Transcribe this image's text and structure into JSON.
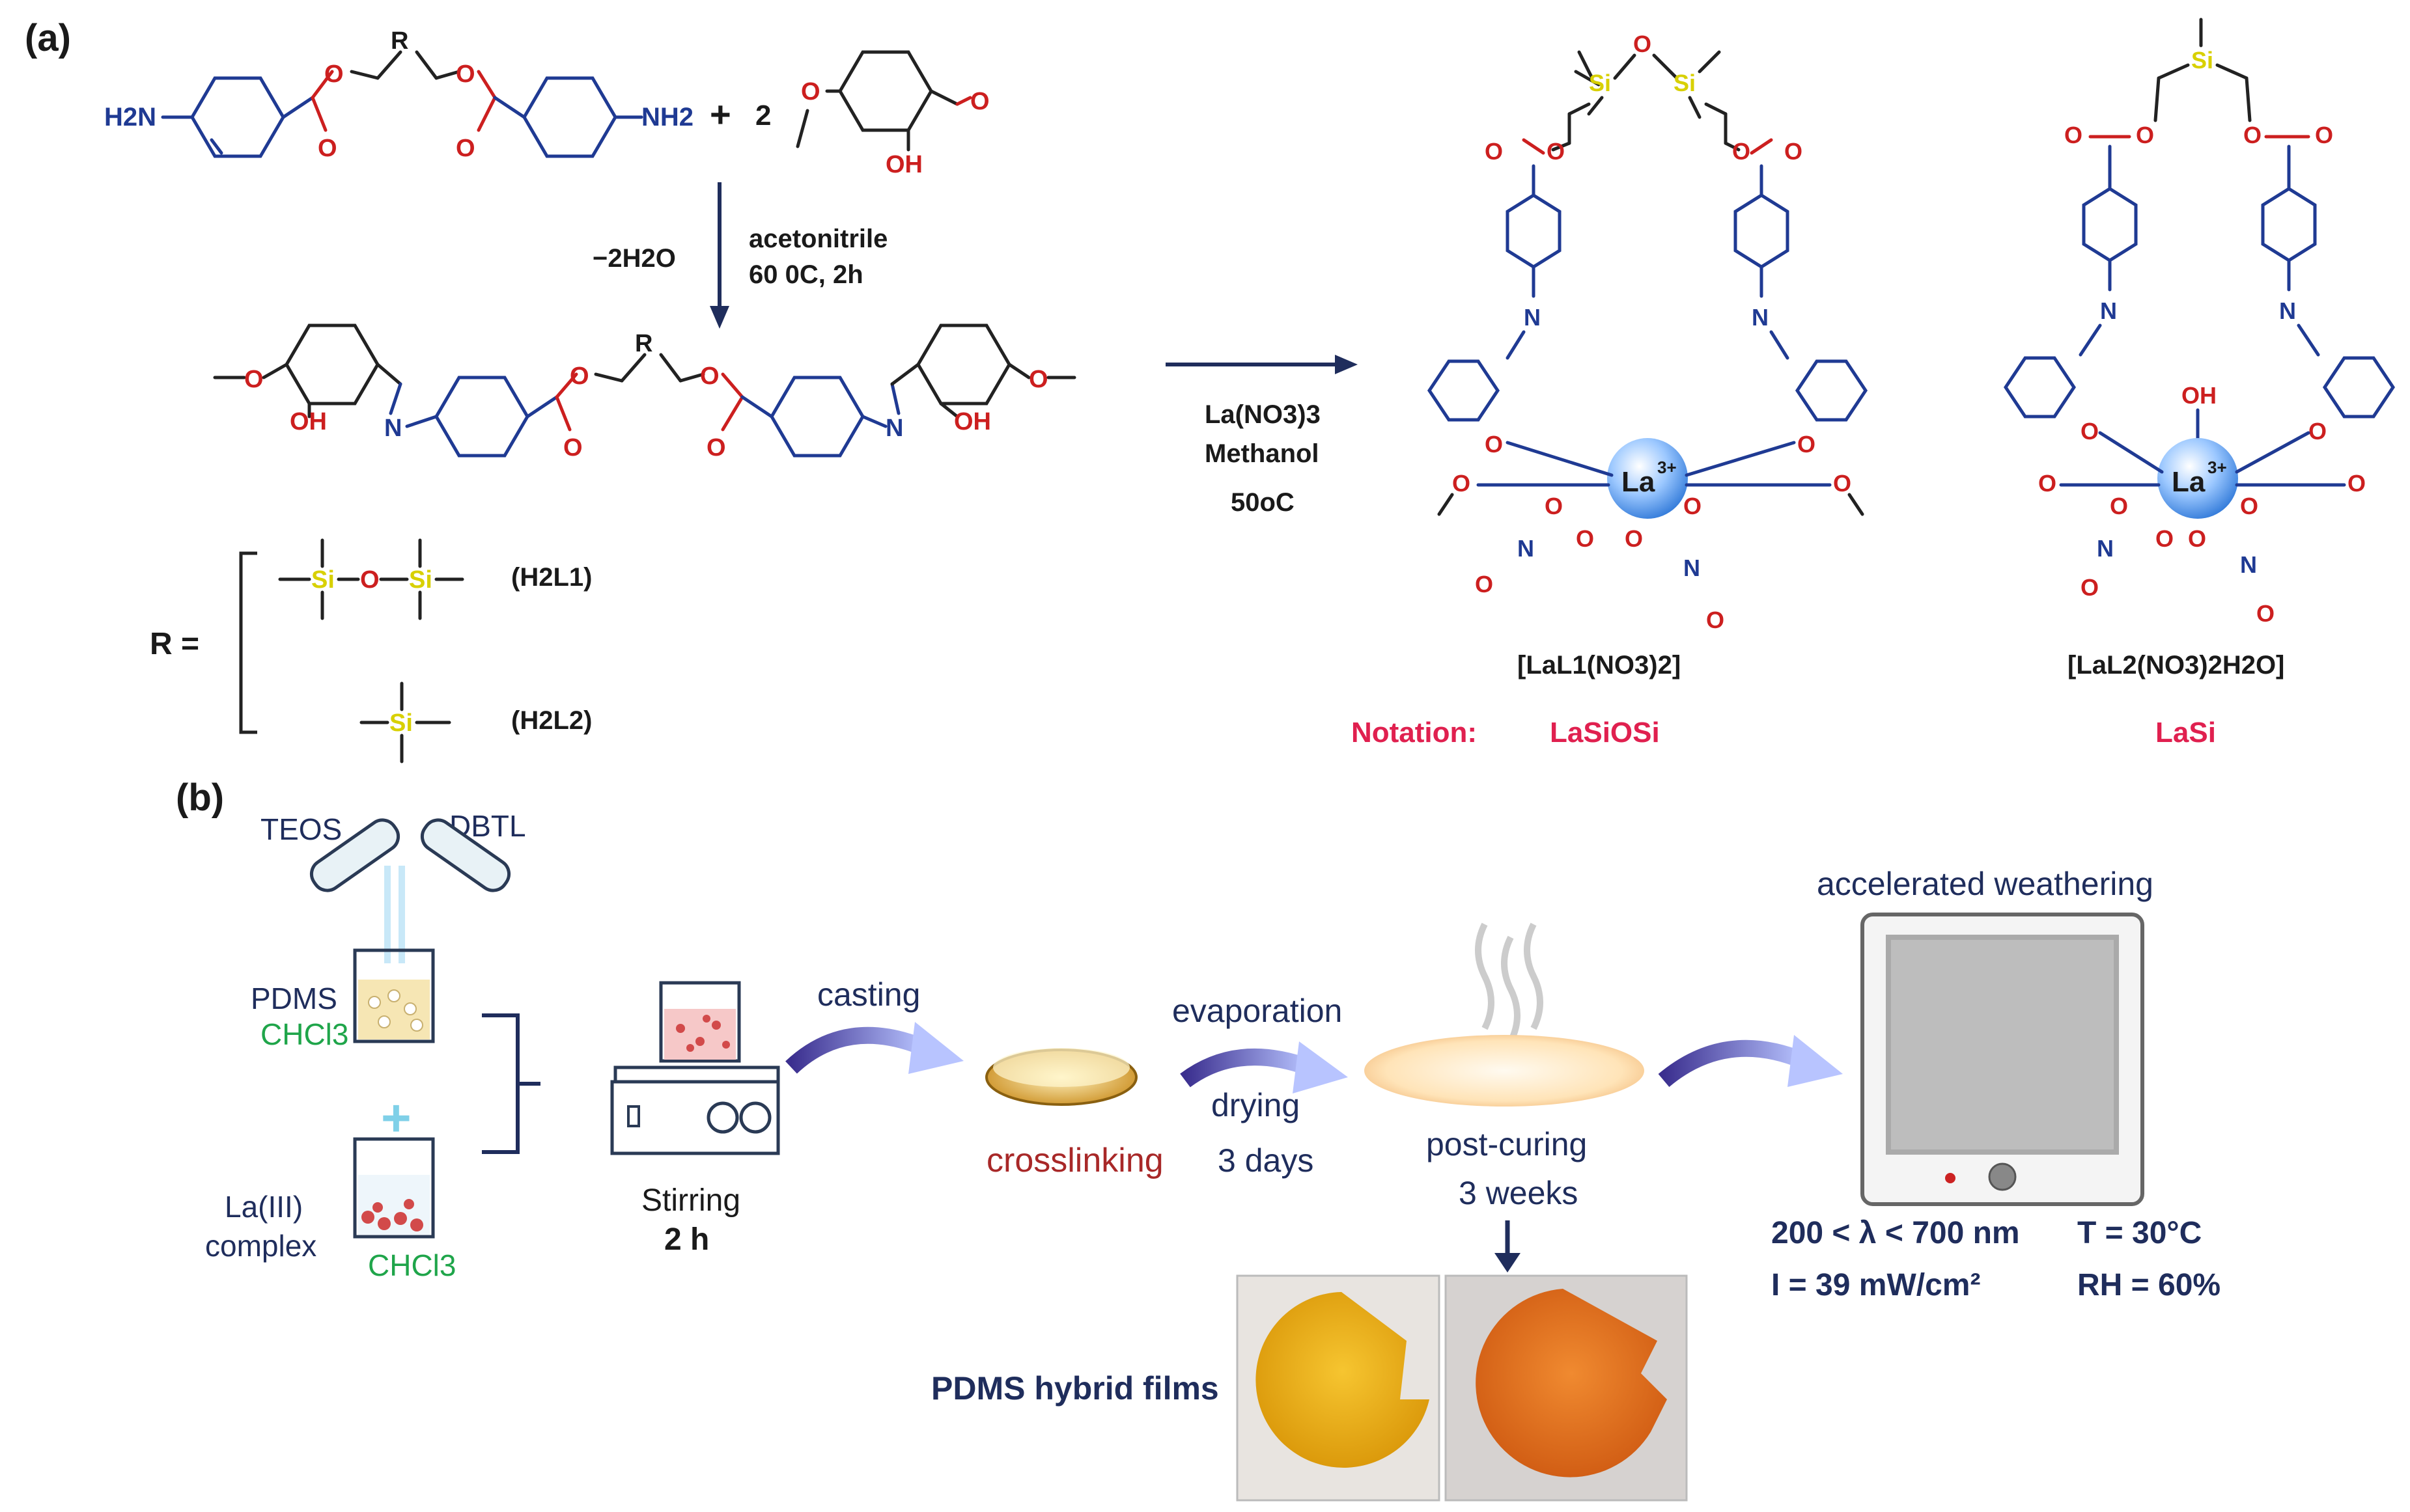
{
  "panel_a": {
    "label": "(a)",
    "reactant_nh2_left": "H2N",
    "reactant_nh2_right": "NH2",
    "r_group": "R",
    "plus": "+",
    "stoich": "2",
    "oh": "OH",
    "step1_water": "−2H2O",
    "step1_solvent": "acetonitrile",
    "step1_conditions": "60 0C, 2h",
    "step2_reagent": "La(NO3)3",
    "step2_solvent": "Methanol",
    "step2_temp": "50oC",
    "r_equals": "R =",
    "r_option1_label": "(H2L1)",
    "r_option2_label": "(H2L2)",
    "si": "Si",
    "o": "O",
    "n": "N",
    "la": "La",
    "la_charge": "3+",
    "complex1_formula": "[LaL1(NO3)2]",
    "complex2_formula": "[LaL2(NO3)2H2O]",
    "notation_label": "Notation:",
    "notation1": "LaSiOSi",
    "notation2": "LaSi"
  },
  "panel_b": {
    "label": "(b)",
    "teos": "TEOS",
    "dbtl": "DBTL",
    "pdms": "PDMS",
    "chcl3": "CHCl3",
    "la_complex_line1": "La(III)",
    "la_complex_line2": "complex",
    "stirring": "Stirring",
    "stirring_time": "2 h",
    "casting": "casting",
    "crosslinking": "crosslinking",
    "evaporation": "evaporation",
    "drying": "drying",
    "drying_time": "3 days",
    "post_curing": "post-curing",
    "post_curing_time": "3 weeks",
    "weathering_title": "accelerated weathering",
    "cond_wavelength": "200 < λ < 700 nm",
    "cond_temp": "T = 30°C",
    "cond_intensity": "I = 39 mW/cm²",
    "cond_rh": "RH = 60%",
    "films_label": "PDMS hybrid films"
  },
  "colors": {
    "structure_blue": "#1f3a93",
    "oxygen_red": "#cc1f1f",
    "silicon_yellow": "#d8d000",
    "notation_crimson": "#e0204f",
    "arrow_purple": "#7a6fd0",
    "film_yellow": "#f2b21a",
    "film_orange": "#e8741f"
  }
}
